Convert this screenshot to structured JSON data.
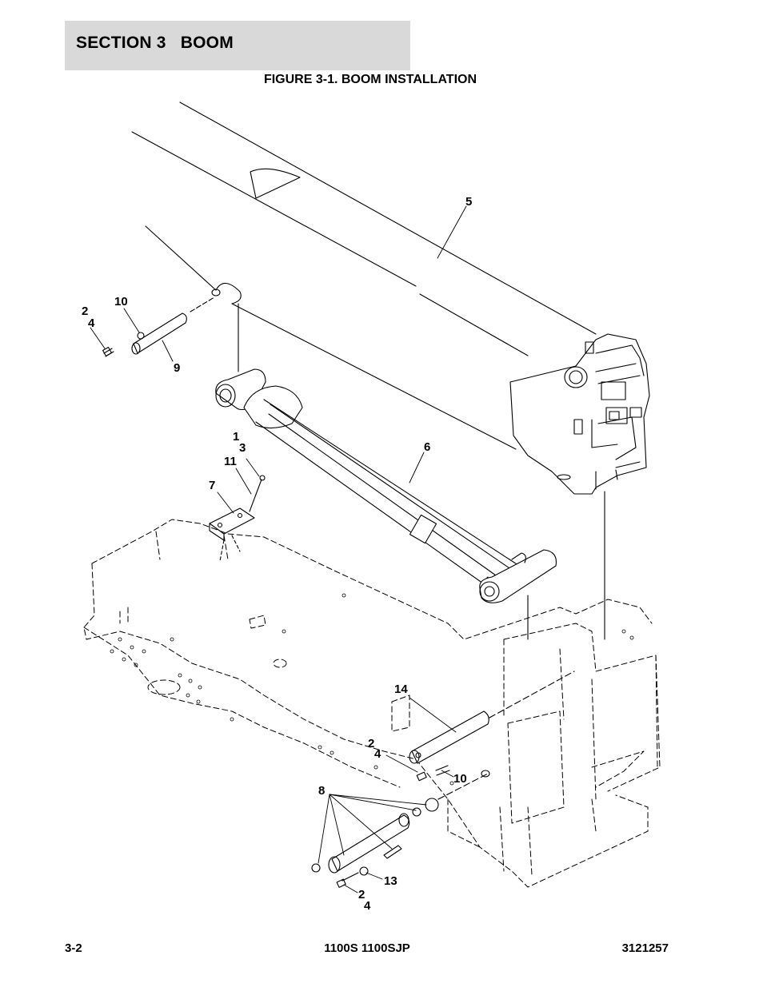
{
  "header": {
    "section_label": "SECTION 3   BOOM"
  },
  "figure": {
    "title": "FIGURE 3-1. BOOM INSTALLATION",
    "callouts": {
      "c5": "5",
      "c10a": "10",
      "c2a": "2",
      "c4a": "4",
      "c9": "9",
      "c6": "6",
      "c1": "1",
      "c3": "3",
      "c11": "11",
      "c7": "7",
      "c14": "14",
      "c2b": "2",
      "c4b": "4",
      "c10b": "10",
      "c8": "8",
      "c13": "13",
      "c2c": "2",
      "c4c": "4"
    }
  },
  "footer": {
    "page_number": "3-2",
    "model": "1100S 1100SJP",
    "part_number": "3121257"
  }
}
